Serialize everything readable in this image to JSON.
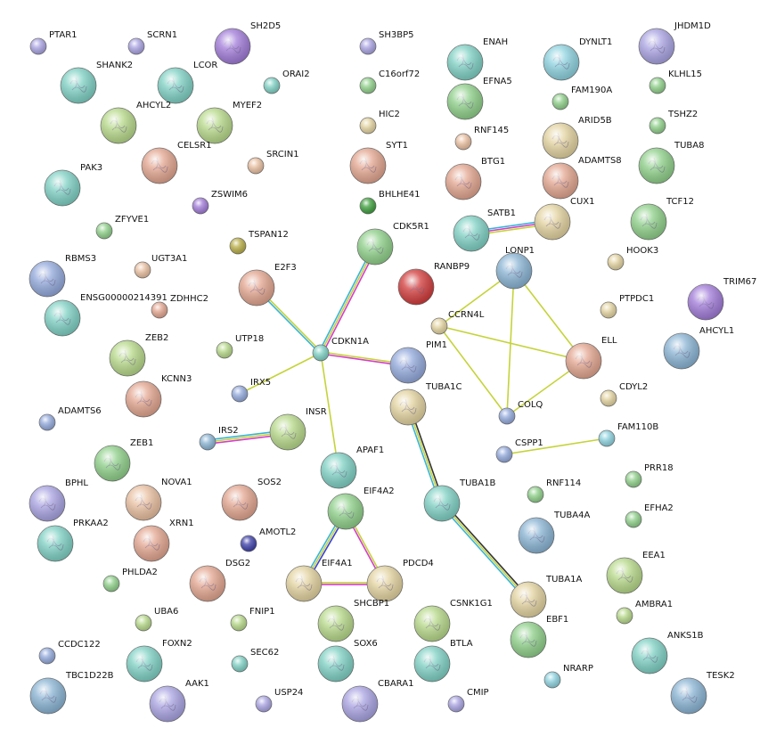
{
  "colors": {
    "green": "#8fd08a",
    "lavender": "#a9a3e2",
    "teal": "#7fd1c4",
    "sage": "#b7d98a",
    "salmon": "#e3a58f",
    "tan": "#e3d3a0",
    "peach": "#e9bfa0",
    "purple": "#a07ad8",
    "darkgreen": "#3c9e3c",
    "olive": "#b8ad45",
    "navy": "#3c3fa8",
    "red": "#d23b3b",
    "cyan": "#8dd2df",
    "blue": "#93a9dc",
    "steel": "#8ab4d4",
    "edge_yellow": "#c5d33a",
    "edge_pink": "#d23fc9",
    "edge_cyan": "#3ab3d8",
    "edge_black": "#333333",
    "edge_blue": "#3a3fd0"
  },
  "nodes": [
    {
      "label": "PTAR1",
      "color": "lavender",
      "big": false
    },
    {
      "label": "SCRN1",
      "color": "lavender",
      "big": false
    },
    {
      "label": "SH2D5",
      "color": "purple",
      "big": true
    },
    {
      "label": "SH3BP5",
      "color": "lavender",
      "big": false
    },
    {
      "label": "ENAH",
      "color": "teal",
      "big": true
    },
    {
      "label": "DYNLT1",
      "color": "cyan",
      "big": true
    },
    {
      "label": "JHDM1D",
      "color": "lavender",
      "big": true
    },
    {
      "label": "SHANK2",
      "color": "teal",
      "big": true
    },
    {
      "label": "LCOR",
      "color": "teal",
      "big": true
    },
    {
      "label": "ORAI2",
      "color": "teal",
      "big": false
    },
    {
      "label": "C16orf72",
      "color": "green",
      "big": false
    },
    {
      "label": "EFNA5",
      "color": "green",
      "big": true
    },
    {
      "label": "FAM190A",
      "color": "green",
      "big": false
    },
    {
      "label": "KLHL15",
      "color": "green",
      "big": false
    },
    {
      "label": "AHCYL2",
      "color": "sage",
      "big": true
    },
    {
      "label": "MYEF2",
      "color": "sage",
      "big": true
    },
    {
      "label": "HIC2",
      "color": "tan",
      "big": false
    },
    {
      "label": "ARID5B",
      "color": "tan",
      "big": true
    },
    {
      "label": "TSHZ2",
      "color": "green",
      "big": false
    },
    {
      "label": "RNF145",
      "color": "peach",
      "big": false
    },
    {
      "label": "CELSR1",
      "color": "salmon",
      "big": true
    },
    {
      "label": "SRCIN1",
      "color": "peach",
      "big": false
    },
    {
      "label": "SYT1",
      "color": "salmon",
      "big": true
    },
    {
      "label": "BTG1",
      "color": "salmon",
      "big": true
    },
    {
      "label": "ADAMTS8",
      "color": "salmon",
      "big": true
    },
    {
      "label": "TUBA8",
      "color": "green",
      "big": true
    },
    {
      "label": "PAK3",
      "color": "teal",
      "big": true
    },
    {
      "label": "ZSWIM6",
      "color": "purple",
      "big": false
    },
    {
      "label": "BHLHE41",
      "color": "darkgreen",
      "big": false
    },
    {
      "label": "CUX1",
      "color": "tan",
      "big": true
    },
    {
      "label": "SATB1",
      "color": "teal",
      "big": true
    },
    {
      "label": "TCF12",
      "color": "green",
      "big": true
    },
    {
      "label": "ZFYVE1",
      "color": "green",
      "big": false
    },
    {
      "label": "CDK5R1",
      "color": "green",
      "big": true
    },
    {
      "label": "TSPAN12",
      "color": "olive",
      "big": false
    },
    {
      "label": "HOOK3",
      "color": "tan",
      "big": false
    },
    {
      "label": "RBMS3",
      "color": "blue",
      "big": true
    },
    {
      "label": "UGT3A1",
      "color": "peach",
      "big": false
    },
    {
      "label": "E2F3",
      "color": "salmon",
      "big": true
    },
    {
      "label": "RANBP9",
      "color": "red",
      "big": true
    },
    {
      "label": "LONP1",
      "color": "steel",
      "big": true
    },
    {
      "label": "TRIM67",
      "color": "purple",
      "big": true
    },
    {
      "label": "ENSG00000214391",
      "color": "teal",
      "big": true
    },
    {
      "label": "ZDHHC2",
      "color": "salmon",
      "big": false
    },
    {
      "label": "PTPDC1",
      "color": "tan",
      "big": false
    },
    {
      "label": "CCRN4L",
      "color": "tan",
      "big": false
    },
    {
      "label": "AHCYL1",
      "color": "steel",
      "big": true
    },
    {
      "label": "ZEB2",
      "color": "sage",
      "big": true
    },
    {
      "label": "UTP18",
      "color": "sage",
      "big": false
    },
    {
      "label": "CDKN1A",
      "color": "teal",
      "big": false
    },
    {
      "label": "PIM1",
      "color": "blue",
      "big": true
    },
    {
      "label": "ELL",
      "color": "salmon",
      "big": true
    },
    {
      "label": "KCNN3",
      "color": "salmon",
      "big": true
    },
    {
      "label": "IRX5",
      "color": "blue",
      "big": false
    },
    {
      "label": "TUBA1C",
      "color": "tan",
      "big": true
    },
    {
      "label": "CDYL2",
      "color": "tan",
      "big": false
    },
    {
      "label": "COLQ",
      "color": "blue",
      "big": false
    },
    {
      "label": "ADAMTS6",
      "color": "blue",
      "big": false
    },
    {
      "label": "IRS2",
      "color": "steel",
      "big": false
    },
    {
      "label": "INSR",
      "color": "sage",
      "big": true
    },
    {
      "label": "FAM110B",
      "color": "cyan",
      "big": false
    },
    {
      "label": "CSPP1",
      "color": "blue",
      "big": false
    },
    {
      "label": "ZEB1",
      "color": "green",
      "big": true
    },
    {
      "label": "APAF1",
      "color": "teal",
      "big": true
    },
    {
      "label": "PRR18",
      "color": "green",
      "big": false
    },
    {
      "label": "BPHL",
      "color": "lavender",
      "big": true
    },
    {
      "label": "NOVA1",
      "color": "peach",
      "big": true
    },
    {
      "label": "SOS2",
      "color": "salmon",
      "big": true
    },
    {
      "label": "EIF4A2",
      "color": "green",
      "big": true
    },
    {
      "label": "TUBA1B",
      "color": "teal",
      "big": true
    },
    {
      "label": "RNF114",
      "color": "green",
      "big": false
    },
    {
      "label": "EFHA2",
      "color": "green",
      "big": false
    },
    {
      "label": "PRKAA2",
      "color": "teal",
      "big": true
    },
    {
      "label": "XRN1",
      "color": "salmon",
      "big": true
    },
    {
      "label": "AMOTL2",
      "color": "navy",
      "big": false
    },
    {
      "label": "TUBA4A",
      "color": "steel",
      "big": true
    },
    {
      "label": "EEA1",
      "color": "sage",
      "big": true
    },
    {
      "label": "PHLDA2",
      "color": "green",
      "big": false
    },
    {
      "label": "DSG2",
      "color": "salmon",
      "big": true
    },
    {
      "label": "EIF4A1",
      "color": "tan",
      "big": true
    },
    {
      "label": "PDCD4",
      "color": "tan",
      "big": true
    },
    {
      "label": "TUBA1A",
      "color": "tan",
      "big": true
    },
    {
      "label": "SHCBP1",
      "color": "sage",
      "big": true
    },
    {
      "label": "CSNK1G1",
      "color": "sage",
      "big": true
    },
    {
      "label": "UBA6",
      "color": "sage",
      "big": false
    },
    {
      "label": "FNIP1",
      "color": "sage",
      "big": false
    },
    {
      "label": "EBF1",
      "color": "green",
      "big": true
    },
    {
      "label": "AMBRA1",
      "color": "sage",
      "big": false
    },
    {
      "label": "CCDC122",
      "color": "blue",
      "big": false
    },
    {
      "label": "FOXN2",
      "color": "teal",
      "big": true
    },
    {
      "label": "SEC62",
      "color": "teal",
      "big": false
    },
    {
      "label": "SOX6",
      "color": "teal",
      "big": true
    },
    {
      "label": "BTLA",
      "color": "teal",
      "big": true
    },
    {
      "label": "NRARP",
      "color": "cyan",
      "big": false
    },
    {
      "label": "ANKS1B",
      "color": "teal",
      "big": true
    },
    {
      "label": "TBC1D22B",
      "color": "steel",
      "big": true
    },
    {
      "label": "AAK1",
      "color": "lavender",
      "big": true
    },
    {
      "label": "USP24",
      "color": "lavender",
      "big": false
    },
    {
      "label": "CBARA1",
      "color": "lavender",
      "big": true
    },
    {
      "label": "CMIP",
      "color": "lavender",
      "big": false
    },
    {
      "label": "TESK2",
      "color": "steel",
      "big": true
    }
  ],
  "edges": [
    {
      "source": "CDKN1A",
      "target": "CDK5R1",
      "colors": [
        "edge_cyan",
        "edge_yellow",
        "edge_pink"
      ]
    },
    {
      "source": "CDKN1A",
      "target": "E2F3",
      "colors": [
        "edge_cyan",
        "edge_yellow"
      ]
    },
    {
      "source": "CDKN1A",
      "target": "PIM1",
      "colors": [
        "edge_yellow",
        "edge_pink"
      ]
    },
    {
      "source": "CDKN1A",
      "target": "IRX5",
      "colors": [
        "edge_yellow"
      ]
    },
    {
      "source": "CDKN1A",
      "target": "APAF1",
      "colors": [
        "edge_yellow"
      ]
    },
    {
      "source": "IRS2",
      "target": "INSR",
      "colors": [
        "edge_cyan",
        "edge_yellow",
        "edge_pink"
      ]
    },
    {
      "source": "SATB1",
      "target": "CUX1",
      "colors": [
        "edge_cyan",
        "edge_pink",
        "edge_yellow"
      ]
    },
    {
      "source": "LONP1",
      "target": "CCRN4L",
      "colors": [
        "edge_yellow"
      ]
    },
    {
      "source": "LONP1",
      "target": "ELL",
      "colors": [
        "edge_yellow"
      ]
    },
    {
      "source": "LONP1",
      "target": "COLQ",
      "colors": [
        "edge_yellow"
      ]
    },
    {
      "source": "CCRN4L",
      "target": "ELL",
      "colors": [
        "edge_yellow"
      ]
    },
    {
      "source": "CCRN4L",
      "target": "COLQ",
      "colors": [
        "edge_yellow"
      ]
    },
    {
      "source": "ELL",
      "target": "COLQ",
      "colors": [
        "edge_yellow"
      ]
    },
    {
      "source": "CSPP1",
      "target": "FAM110B",
      "colors": [
        "edge_yellow"
      ]
    },
    {
      "source": "TUBA1C",
      "target": "TUBA1B",
      "colors": [
        "edge_black",
        "edge_yellow",
        "edge_cyan"
      ]
    },
    {
      "source": "TUBA1B",
      "target": "TUBA1A",
      "colors": [
        "edge_black",
        "edge_yellow",
        "edge_cyan"
      ]
    },
    {
      "source": "EIF4A2",
      "target": "EIF4A1",
      "colors": [
        "edge_blue",
        "edge_yellow",
        "edge_cyan"
      ]
    },
    {
      "source": "EIF4A2",
      "target": "PDCD4",
      "colors": [
        "edge_yellow",
        "edge_pink"
      ]
    },
    {
      "source": "EIF4A1",
      "target": "PDCD4",
      "colors": [
        "edge_yellow",
        "edge_pink"
      ]
    }
  ]
}
